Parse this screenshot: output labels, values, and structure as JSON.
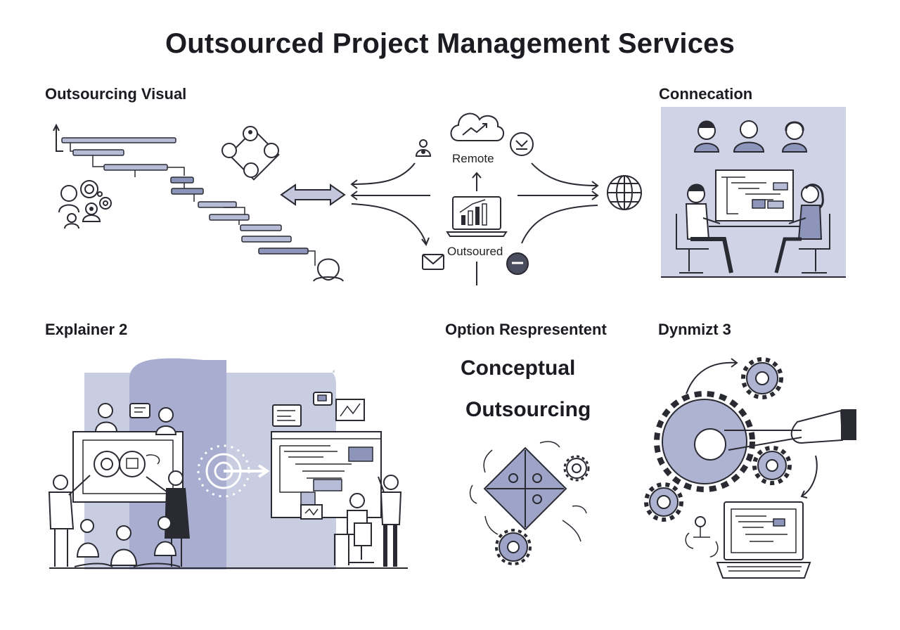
{
  "title": "Outsourced Project Management Services",
  "panels": {
    "top_left": {
      "heading": "Outsourcing Visual"
    },
    "top_center": {
      "remote_label": "Remote",
      "outsourced_label": "Outsoured"
    },
    "top_right": {
      "heading": "Connecation"
    },
    "bottom_left": {
      "heading": "Explainer 2"
    },
    "bottom_center": {
      "heading": "Option Respresentent",
      "line1": "Conceptual",
      "line2": "Outsourcing"
    },
    "bottom_right": {
      "heading": "Dynmizt 3"
    }
  },
  "colors": {
    "accent": "#8e95bb",
    "panel_fill": "#c9cde2",
    "ink": "#2a2a33"
  }
}
